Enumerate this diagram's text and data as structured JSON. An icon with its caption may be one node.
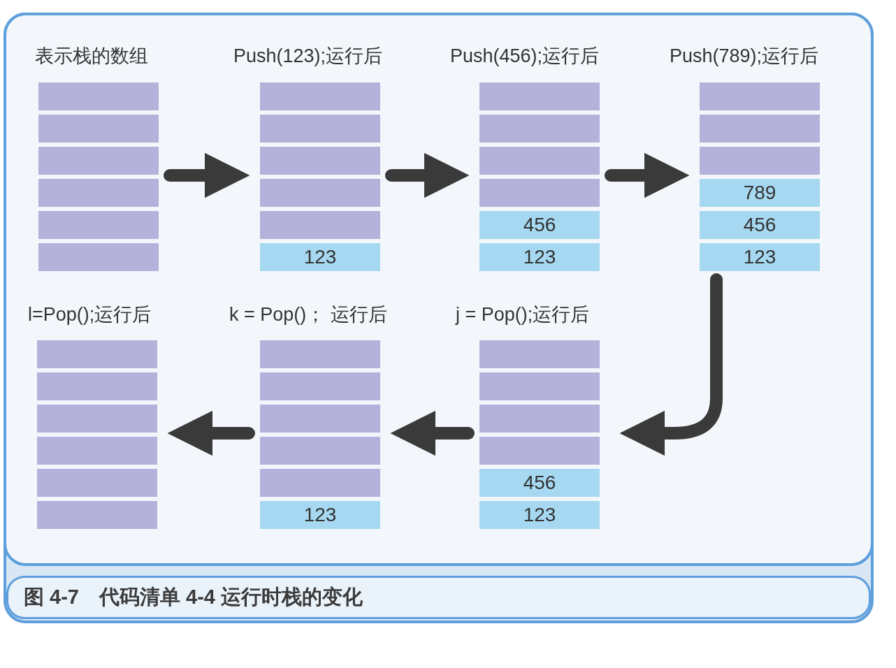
{
  "diagram": {
    "caption": "图 4-7　代码清单 4-4 运行时栈的变化",
    "nodes": [
      {
        "text": [],
        "shape": "box",
        "beside": [
          "表示栈的数组"
        ]
      },
      {
        "text": [],
        "shape": "box",
        "in": 0
      },
      {
        "text": [],
        "shape": "box",
        "in": 0
      },
      {
        "text": [],
        "shape": "box",
        "in": 0
      },
      {
        "text": [],
        "shape": "box",
        "in": 0
      },
      {
        "text": [],
        "shape": "box",
        "in": 0
      },
      {
        "text": [],
        "shape": "box",
        "in": 0
      },
      {
        "text": [],
        "shape": "box",
        "beside": [
          "Push(123);运行后"
        ]
      },
      {
        "text": [],
        "shape": "box",
        "in": 7
      },
      {
        "text": [],
        "shape": "box",
        "in": 7
      },
      {
        "text": [],
        "shape": "box",
        "in": 7
      },
      {
        "text": [],
        "shape": "box",
        "in": 7
      },
      {
        "text": [],
        "shape": "box",
        "in": 7
      },
      {
        "text": [
          "123"
        ],
        "in": 7
      },
      {
        "text": [],
        "shape": "box",
        "beside": [
          "Push(456);运行后"
        ]
      },
      {
        "text": [],
        "shape": "box",
        "in": 14
      },
      {
        "text": [],
        "shape": "box",
        "in": 14
      },
      {
        "text": [],
        "shape": "box",
        "in": 14
      },
      {
        "text": [],
        "shape": "box",
        "in": 14
      },
      {
        "text": [
          "456"
        ],
        "in": 14
      },
      {
        "text": [
          "123"
        ],
        "in": 14
      },
      {
        "text": [],
        "shape": "box",
        "beside": [
          "Push(789);运行后"
        ]
      },
      {
        "text": [],
        "shape": "box",
        "in": 21
      },
      {
        "text": [],
        "shape": "box",
        "in": 21
      },
      {
        "text": [],
        "shape": "box",
        "in": 21
      },
      {
        "text": [
          "789"
        ],
        "in": 21
      },
      {
        "text": [
          "456"
        ],
        "in": 21
      },
      {
        "text": [
          "123"
        ],
        "in": 21
      },
      {
        "text": [],
        "shape": "box",
        "beside": [
          "l=Pop();运行后"
        ]
      },
      {
        "text": [],
        "shape": "box",
        "in": 28
      },
      {
        "text": [],
        "shape": "box",
        "in": 28
      },
      {
        "text": [],
        "shape": "box",
        "in": 28
      },
      {
        "text": [],
        "shape": "box",
        "in": 28
      },
      {
        "text": [],
        "shape": "box",
        "in": 28
      },
      {
        "text": [],
        "shape": "box",
        "in": 28
      },
      {
        "text": [],
        "shape": "box",
        "beside": [
          "k = Pop()； 运行后"
        ]
      },
      {
        "text": [],
        "shape": "box",
        "in": 35
      },
      {
        "text": [],
        "shape": "box",
        "in": 35
      },
      {
        "text": [],
        "shape": "box",
        "in": 35
      },
      {
        "text": [],
        "shape": "box",
        "in": 35
      },
      {
        "text": [],
        "shape": "box",
        "in": 35
      },
      {
        "text": [
          "123"
        ],
        "in": 35
      },
      {
        "text": [],
        "shape": "box",
        "beside": [
          "j = Pop();运行后"
        ]
      },
      {
        "text": [],
        "shape": "box",
        "in": 42
      },
      {
        "text": [],
        "shape": "box",
        "in": 42
      },
      {
        "text": [],
        "shape": "box",
        "in": 42
      },
      {
        "text": [],
        "shape": "box",
        "in": 42
      },
      {
        "text": [
          "456"
        ],
        "in": 42
      },
      {
        "text": [
          "123"
        ],
        "in": 42
      }
    ],
    "edges": [
      {
        "from": 0,
        "to": 7,
        "arrow": "to"
      },
      {
        "from": 7,
        "to": 14,
        "arrow": "to"
      },
      {
        "from": 14,
        "to": 21,
        "arrow": "to"
      },
      {
        "from": 21,
        "to": 42,
        "arrow": "to"
      },
      {
        "from": 42,
        "to": 35,
        "arrow": "to"
      },
      {
        "from": 35,
        "to": 28,
        "arrow": "to"
      }
    ]
  }
}
